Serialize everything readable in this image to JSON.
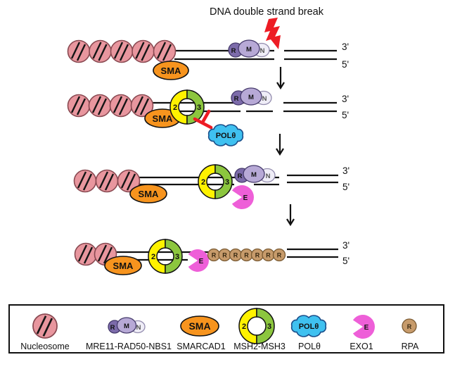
{
  "title": "DNA double strand break",
  "labels": {
    "three_prime": "3'",
    "five_prime": "5'",
    "sma": "SMA",
    "mrn_r": "R",
    "mrn_m": "M",
    "mrn_n": "N",
    "msh2": "2",
    "msh3": "3",
    "pol_theta": "POLθ",
    "exo1": "E",
    "rpa": "R"
  },
  "legend": {
    "items": [
      {
        "label": "Nucleosome"
      },
      {
        "label": "MRE11-RAD50-NBS1"
      },
      {
        "label": "SMARCAD1"
      },
      {
        "label": "MSH2-MSH3"
      },
      {
        "label": "POLθ"
      },
      {
        "label": "EXO1"
      },
      {
        "label": "RPA"
      }
    ]
  },
  "colors": {
    "nucleosome": "#E8969E",
    "nucleosome_outline": "#8A4A52",
    "smarcad1": "#F7941E",
    "mrn_dark": "#7C6BAA",
    "mrn_light": "#B7A9D6",
    "mrn_pale": "#EFEDF7",
    "msh2_yellow": "#FFF200",
    "msh3_green": "#8CC63E",
    "pol_theta": "#3FC1F0",
    "exo1": "#EE5FD8",
    "rpa": "#C79B6B",
    "red": "#ED1C24",
    "dna": "#111111"
  },
  "diagram": {
    "stage_nucleosome_counts": [
      5,
      4,
      3,
      2
    ],
    "rpa_molecule_count": 7
  }
}
